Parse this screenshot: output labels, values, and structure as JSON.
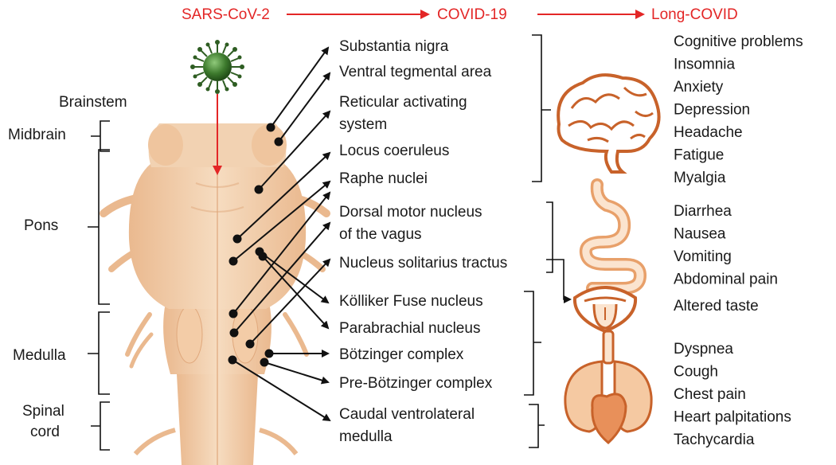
{
  "header": {
    "stage_1": "SARS-CoV-2",
    "stage_2": "COVID-19",
    "stage_3": "Long-COVID",
    "accent_color": "#e32626"
  },
  "regions": {
    "brainstem": "Brainstem",
    "midbrain": "Midbrain",
    "pons": "Pons",
    "medulla": "Medulla",
    "spinal_line1": "Spinal",
    "spinal_line2": "cord"
  },
  "nuclei": {
    "substantia_nigra": "Substantia nigra",
    "vta": "Ventral tegmental area",
    "ras_line1": "Reticular activating",
    "ras_line2": "system",
    "locus_coeruleus": "Locus coeruleus",
    "raphe": "Raphe nuclei",
    "dmnv_line1": "Dorsal motor nucleus",
    "dmnv_line2": "of the vagus",
    "nts": "Nucleus solitarius tractus",
    "kolliker": "Kölliker Fuse nucleus",
    "parabrachial": "Parabrachial nucleus",
    "botzinger": "Bötzinger complex",
    "pre_botzinger": "Pre-Bötzinger complex",
    "cvlm_line1": "Caudal ventrolateral",
    "cvlm_line2": "medulla"
  },
  "symptoms": {
    "neuro": [
      "Cognitive problems",
      "Insomnia",
      "Anxiety",
      "Depression",
      "Headache",
      "Fatigue",
      "Myalgia"
    ],
    "gi": [
      "Diarrhea",
      "Nausea",
      "Vomiting",
      "Abdominal pain"
    ],
    "taste": [
      "Altered taste"
    ],
    "cardio": [
      "Dyspnea",
      "Cough",
      "Chest pain",
      "Heart palpitations",
      "Tachycardia"
    ]
  },
  "icons": {
    "virus": "virus-icon",
    "brain": "brain-icon",
    "gut": "intestine-icon",
    "mouth": "mouth-tongue-icon",
    "heart_lungs": "heart-lungs-icon",
    "organ_color": "#c8622a"
  }
}
